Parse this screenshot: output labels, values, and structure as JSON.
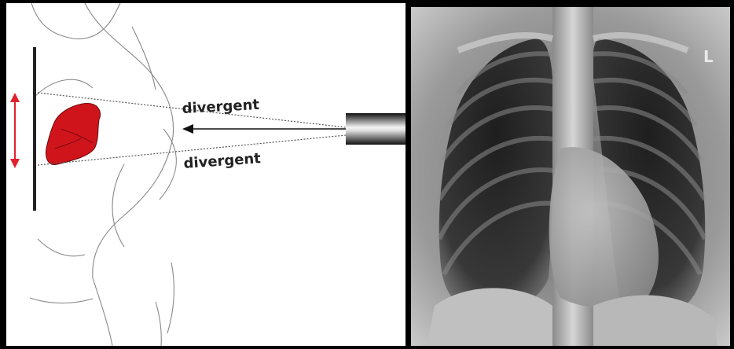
{
  "diagram": {
    "labels": {
      "upper": "divergent",
      "lower": "divergent"
    },
    "colors": {
      "heart": "#d0141b",
      "arrow": "#e0202a",
      "ray": "#555555"
    }
  },
  "xray": {
    "side_marker": "L"
  }
}
